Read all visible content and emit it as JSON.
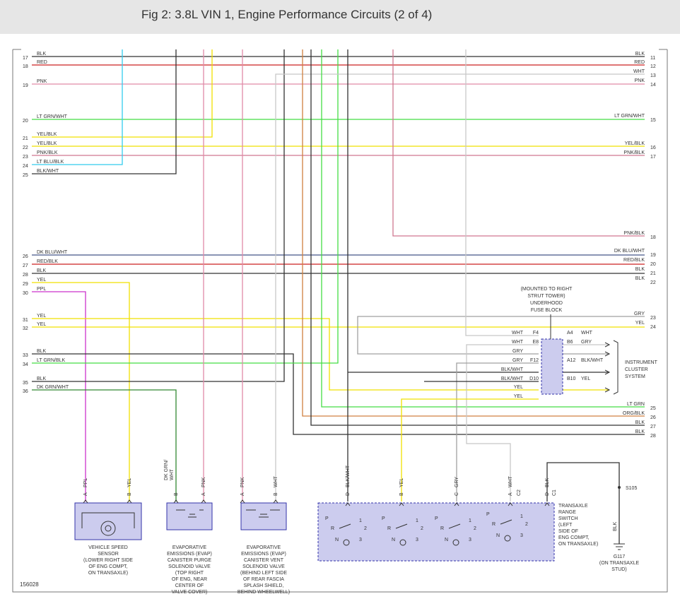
{
  "header": {
    "title": "Fig 2: 3.8L VIN 1, Engine Performance Circuits (2 of 4)"
  },
  "colors": {
    "BLK": "#333333",
    "RED": "#cc2222",
    "PNK": "#e08aa8",
    "WHT": "#c8c8c8",
    "LTGRN": "#44dd44",
    "YEL": "#f0e000",
    "PNKBLK": "#d07890",
    "LTBLU": "#33ccee",
    "GRY": "#a0a0a0",
    "ORG": "#d08040",
    "PPL": "#cc33cc",
    "DKGRN": "#338833",
    "DKBLU": "#445588",
    "box_fill": "#ccccee",
    "box_stroke": "#3333aa"
  },
  "left_wires": [
    {
      "n": "17",
      "label": "BLK"
    },
    {
      "n": "18",
      "label": "RED"
    },
    {
      "n": "19",
      "label": "PNK"
    },
    {
      "n": "20",
      "label": "LT GRN/WHT"
    },
    {
      "n": "21",
      "label": "YEL/BLK"
    },
    {
      "n": "22",
      "label": "YEL/BLK"
    },
    {
      "n": "23",
      "label": "PNK/BLK"
    },
    {
      "n": "24",
      "label": "LT BLU/BLK"
    },
    {
      "n": "25",
      "label": "BLK/WHT"
    },
    {
      "n": "26",
      "label": "DK BLU/WHT"
    },
    {
      "n": "27",
      "label": "RED/BLK"
    },
    {
      "n": "28",
      "label": "BLK"
    },
    {
      "n": "29",
      "label": "YEL"
    },
    {
      "n": "30",
      "label": "PPL"
    },
    {
      "n": "31",
      "label": "YEL"
    },
    {
      "n": "32",
      "label": "YEL"
    },
    {
      "n": "33",
      "label": "BLK"
    },
    {
      "n": "34",
      "label": "LT GRN/BLK"
    },
    {
      "n": "35",
      "label": "BLK"
    },
    {
      "n": "36",
      "label": "DK GRN/WHT"
    }
  ],
  "right_wires": [
    {
      "n": "11",
      "label": "BLK"
    },
    {
      "n": "12",
      "label": "RED"
    },
    {
      "n": "13",
      "label": "WHT"
    },
    {
      "n": "14",
      "label": "PNK"
    },
    {
      "n": "15",
      "label": "LT GRN/WHT"
    },
    {
      "n": "16",
      "label": "YEL/BLK"
    },
    {
      "n": "17",
      "label": "PNK/BLK"
    },
    {
      "n": "18",
      "label": "PNK/BLK"
    },
    {
      "n": "19",
      "label": "DK BLU/WHT"
    },
    {
      "n": "20",
      "label": "RED/BLK"
    },
    {
      "n": "21",
      "label": "BLK"
    },
    {
      "n": "22",
      "label": "BLK"
    },
    {
      "n": "23",
      "label": "GRY"
    },
    {
      "n": "24",
      "label": "YEL"
    },
    {
      "n": "25",
      "label": "LT GRN"
    },
    {
      "n": "26",
      "label": "ORG/BLK"
    },
    {
      "n": "27",
      "label": "BLK"
    },
    {
      "n": "28",
      "label": "BLK"
    }
  ],
  "fuse_block": {
    "caption": [
      "(MOUNTED TO RIGHT",
      "STRUT TOWER)",
      "UNDERHOOD",
      "FUSE BLOCK"
    ],
    "rows": [
      {
        "lwire": "WHT",
        "lpin": "F4",
        "rpin": "A4",
        "rwire": "WHT"
      },
      {
        "lwire": "WHT",
        "lpin": "E8",
        "rpin": "B6",
        "rwire": "GRY"
      },
      {
        "lwire": "GRY",
        "lpin": "",
        "rpin": "",
        "rwire": ""
      },
      {
        "lwire": "GRY",
        "lpin": "F12",
        "rpin": "A12",
        "rwire": "BLK/WHT"
      },
      {
        "lwire": "BLK/WHT",
        "lpin": "",
        "rpin": "",
        "rwire": ""
      },
      {
        "lwire": "BLK/WHT",
        "lpin": "D10",
        "rpin": "B10",
        "rwire": "YEL"
      },
      {
        "lwire": "YEL",
        "lpin": "",
        "rpin": "",
        "rwire": ""
      },
      {
        "lwire": "YEL",
        "lpin": "",
        "rpin": "",
        "rwire": ""
      }
    ],
    "cluster": [
      "INSTRUMENT",
      "CLUSTER",
      "SYSTEM"
    ]
  },
  "components": {
    "vss": {
      "pins": [
        {
          "l": "A",
          "w": "PPL"
        },
        {
          "l": "B",
          "w": "YEL"
        }
      ],
      "caption": [
        "VEHICLE SPEED",
        "SENSOR",
        "(LOWER RIGHT SIDE",
        "OF ENG COMPT,",
        "ON TRANSAXLE)"
      ]
    },
    "purge": {
      "pins": [
        {
          "l": "B",
          "w": "DK GRN/\nWHT"
        },
        {
          "l": "A",
          "w": "PNK"
        }
      ],
      "caption": [
        "EVAPORATIVE",
        "EMISSIONS (EVAP)",
        "CANISTER PURGE",
        "SOLENOID VALVE",
        "(TOP RIGHT",
        "OF ENG, NEAR",
        "CENTER OF",
        "VALVE COVER)"
      ]
    },
    "vent": {
      "pins": [
        {
          "l": "A",
          "w": "PNK"
        },
        {
          "l": "B",
          "w": "WHT"
        }
      ],
      "caption": [
        "EVAPORATIVE",
        "EMISSIONS (EVAP)",
        "CANISTER VENT",
        "SOLENOID VALVE",
        "(BEHIND LEFT SIDE",
        "OF REAR FASCIA",
        "SPLASH SHIELD,",
        "BEHIND WHEELWELL)"
      ]
    },
    "trs": {
      "pins": [
        {
          "l": "D",
          "w": "BLK/WHT"
        },
        {
          "l": "B",
          "w": "YEL"
        },
        {
          "l": "C",
          "w": "GRY"
        },
        {
          "l": "A",
          "w": "WHT"
        },
        {
          "l": "C2",
          "w": ""
        },
        {
          "l": "D",
          "w": "BLK"
        },
        {
          "l": "C1",
          "w": ""
        }
      ],
      "caption": [
        "TRANSAXLE",
        "RANGE",
        "SWITCH",
        "(LEFT",
        "SIDE OF",
        "ENG COMPT,",
        "ON TRANSAXLE)"
      ],
      "letters": [
        "P",
        "R",
        "N",
        "1",
        "2",
        "3"
      ]
    },
    "ground": {
      "splice": "S105",
      "wire": "BLK",
      "caption": [
        "G117",
        "(ON TRANSAXLE",
        "STUD)"
      ]
    }
  },
  "figure_id": "156028"
}
